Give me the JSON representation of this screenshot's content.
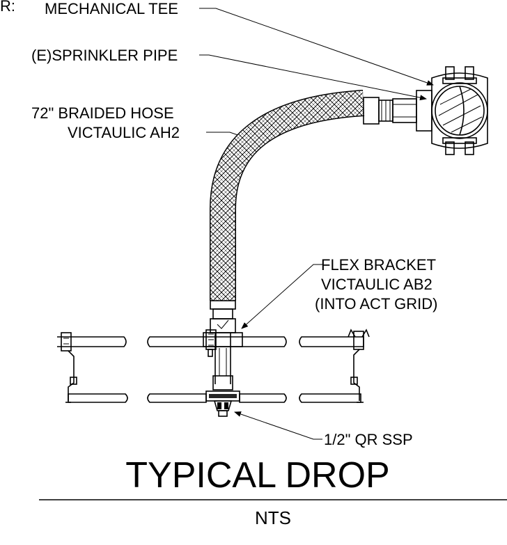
{
  "callouts": {
    "mechanical_tee": "MECHANICAL TEE",
    "sprinkler_pipe": "(E)SPRINKLER PIPE",
    "hose_line1": "72\" BRAIDED HOSE",
    "hose_line2": "VICTAULIC AH2",
    "bracket_line1": "FLEX BRACKET",
    "bracket_line2": "VICTAULIC AB2",
    "bracket_line3": "(INTO ACT GRID)",
    "sprinkler_head": "1/2\" QR SSP"
  },
  "title": "TYPICAL DROP",
  "scale_note": "NTS",
  "edge_fragment": "R:"
}
